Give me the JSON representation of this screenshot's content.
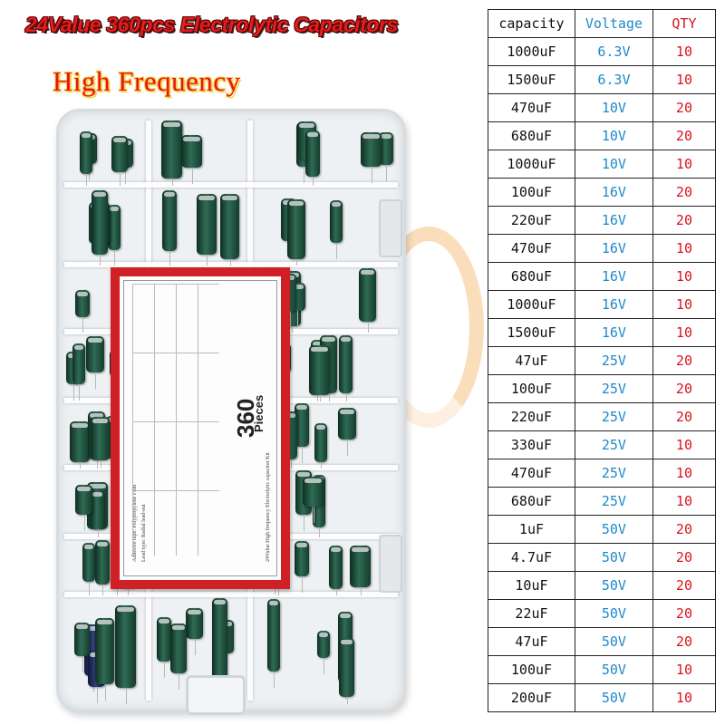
{
  "banner": "24Value 360pcs Electrolytic Capacitors",
  "subtitle": "High Frequency",
  "product_card": {
    "count": "360",
    "unit": "Pieces",
    "line1": "24Value High frequency Electrolytic capacitor Kit",
    "line2": "Adhesive tape: Polypropylene Film",
    "line3": "Lead type: Radial lead-out"
  },
  "table": {
    "headers": {
      "capacity": "capacity",
      "voltage": "Voltage",
      "qty": "QTY"
    },
    "rows": [
      {
        "capacity": "1000uF",
        "voltage": "6.3V",
        "qty": "10"
      },
      {
        "capacity": "1500uF",
        "voltage": "6.3V",
        "qty": "10"
      },
      {
        "capacity": "470uF",
        "voltage": "10V",
        "qty": "20"
      },
      {
        "capacity": "680uF",
        "voltage": "10V",
        "qty": "20"
      },
      {
        "capacity": "1000uF",
        "voltage": "10V",
        "qty": "10"
      },
      {
        "capacity": "100uF",
        "voltage": "16V",
        "qty": "20"
      },
      {
        "capacity": "220uF",
        "voltage": "16V",
        "qty": "20"
      },
      {
        "capacity": "470uF",
        "voltage": "16V",
        "qty": "10"
      },
      {
        "capacity": "680uF",
        "voltage": "16V",
        "qty": "10"
      },
      {
        "capacity": "1000uF",
        "voltage": "16V",
        "qty": "10"
      },
      {
        "capacity": "1500uF",
        "voltage": "16V",
        "qty": "10"
      },
      {
        "capacity": "47uF",
        "voltage": "25V",
        "qty": "20"
      },
      {
        "capacity": "100uF",
        "voltage": "25V",
        "qty": "20"
      },
      {
        "capacity": "220uF",
        "voltage": "25V",
        "qty": "20"
      },
      {
        "capacity": "330uF",
        "voltage": "25V",
        "qty": "10"
      },
      {
        "capacity": "470uF",
        "voltage": "25V",
        "qty": "10"
      },
      {
        "capacity": "680uF",
        "voltage": "25V",
        "qty": "10"
      },
      {
        "capacity": "1uF",
        "voltage": "50V",
        "qty": "20"
      },
      {
        "capacity": "4.7uF",
        "voltage": "50V",
        "qty": "20"
      },
      {
        "capacity": "10uF",
        "voltage": "50V",
        "qty": "20"
      },
      {
        "capacity": "22uF",
        "voltage": "50V",
        "qty": "20"
      },
      {
        "capacity": "47uF",
        "voltage": "50V",
        "qty": "20"
      },
      {
        "capacity": "100uF",
        "voltage": "50V",
        "qty": "10"
      },
      {
        "capacity": "200uF",
        "voltage": "50V",
        "qty": "10"
      }
    ]
  },
  "colors": {
    "banner": "#e11f1f",
    "subtitle": "#e8141a",
    "voltage": "#1f88c9",
    "qty": "#d9141b",
    "label_border": "#d01f25"
  }
}
